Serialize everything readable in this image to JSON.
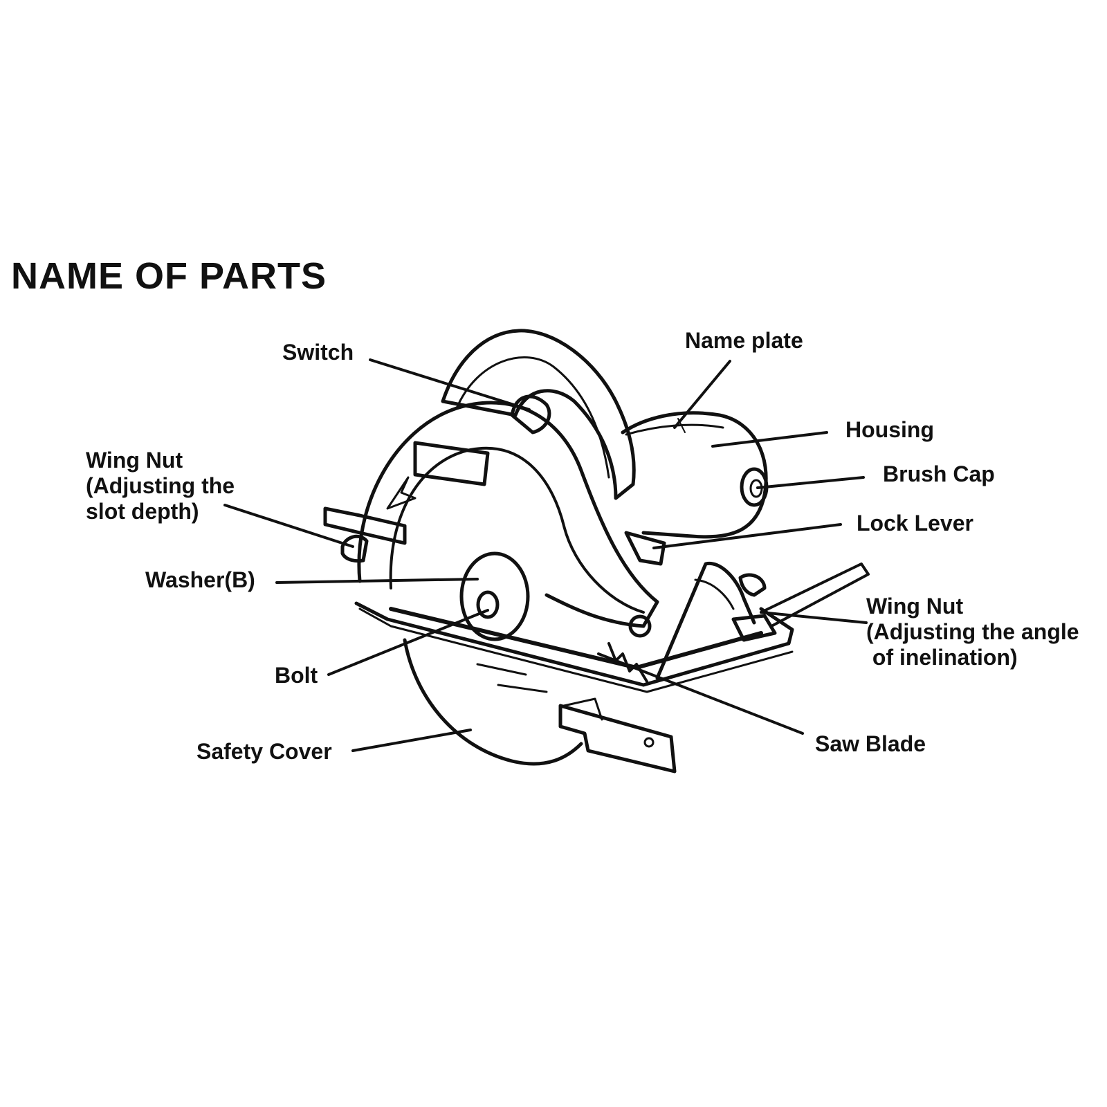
{
  "title": "NAME OF PARTS",
  "colors": {
    "ink": "#111111",
    "paper": "#ffffff"
  },
  "labels": {
    "switch": "Switch",
    "name_plate": "Name plate",
    "housing": "Housing",
    "brush_cap": "Brush Cap",
    "wing_nut_depth": "Wing Nut\n(Adjusting the\nslot depth)",
    "lock_lever": "Lock Lever",
    "washer_b": "Washer(B)",
    "wing_nut_angle": "Wing Nut\n(Adjusting the angle\n of inelination)",
    "bolt": "Bolt",
    "saw_blade": "Saw Blade",
    "safety_cover": "Safety Cover"
  }
}
